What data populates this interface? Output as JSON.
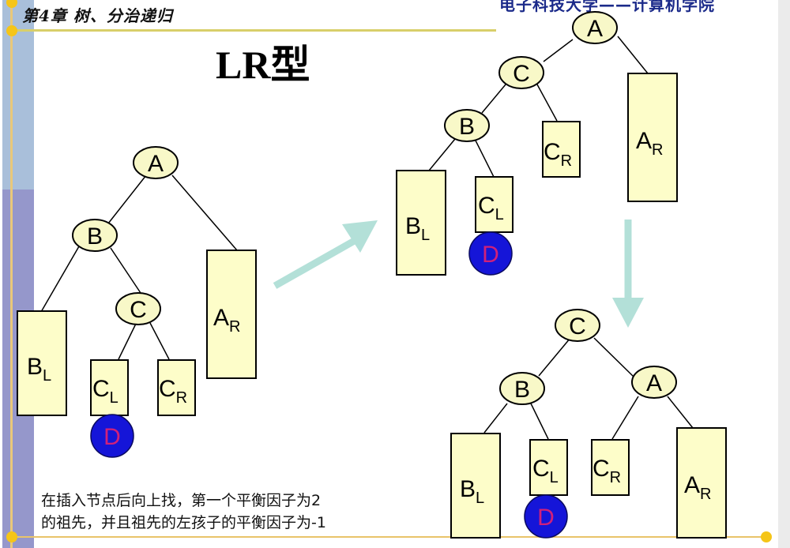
{
  "header": {
    "chapter": "第4章 树、分治递归",
    "school": "电子科技大学——计算机学院",
    "title": "LR型"
  },
  "caption": {
    "line1": "在插入节点后向上找，第一个平衡因子为2",
    "line2": "的祖先，并且祖先的左孩子的平衡因子为-1"
  },
  "colors": {
    "node_fill": "#f8f8c8",
    "subtree_fill": "#fdfdc9",
    "new_node_fill": "#1515d8",
    "new_node_label": "#d0207a",
    "arrow": "#b3e0d8",
    "sidebar_top": "#a9bfda",
    "sidebar_bottom": "#9597cb",
    "rule": "#e9c46a"
  },
  "trees": [
    {
      "id": "original",
      "nodes": [
        {
          "label": "A",
          "sub": ""
        },
        {
          "label": "B",
          "sub": ""
        },
        {
          "label": "C",
          "sub": ""
        }
      ],
      "subtrees": [
        {
          "label": "B",
          "sub": "L"
        },
        {
          "label": "C",
          "sub": "L"
        },
        {
          "label": "C",
          "sub": "R"
        },
        {
          "label": "A",
          "sub": "R"
        }
      ],
      "inserted": {
        "label": "D"
      }
    },
    {
      "id": "after-left-rotation",
      "nodes": [
        {
          "label": "A",
          "sub": ""
        },
        {
          "label": "C",
          "sub": ""
        },
        {
          "label": "B",
          "sub": ""
        }
      ],
      "subtrees": [
        {
          "label": "B",
          "sub": "L"
        },
        {
          "label": "C",
          "sub": "L"
        },
        {
          "label": "C",
          "sub": "R"
        },
        {
          "label": "A",
          "sub": "R"
        }
      ],
      "inserted": {
        "label": "D"
      }
    },
    {
      "id": "after-right-rotation",
      "nodes": [
        {
          "label": "C",
          "sub": ""
        },
        {
          "label": "B",
          "sub": ""
        },
        {
          "label": "A",
          "sub": ""
        }
      ],
      "subtrees": [
        {
          "label": "B",
          "sub": "L"
        },
        {
          "label": "C",
          "sub": "L"
        },
        {
          "label": "C",
          "sub": "R"
        },
        {
          "label": "A",
          "sub": "R"
        }
      ],
      "inserted": {
        "label": "D"
      }
    }
  ]
}
